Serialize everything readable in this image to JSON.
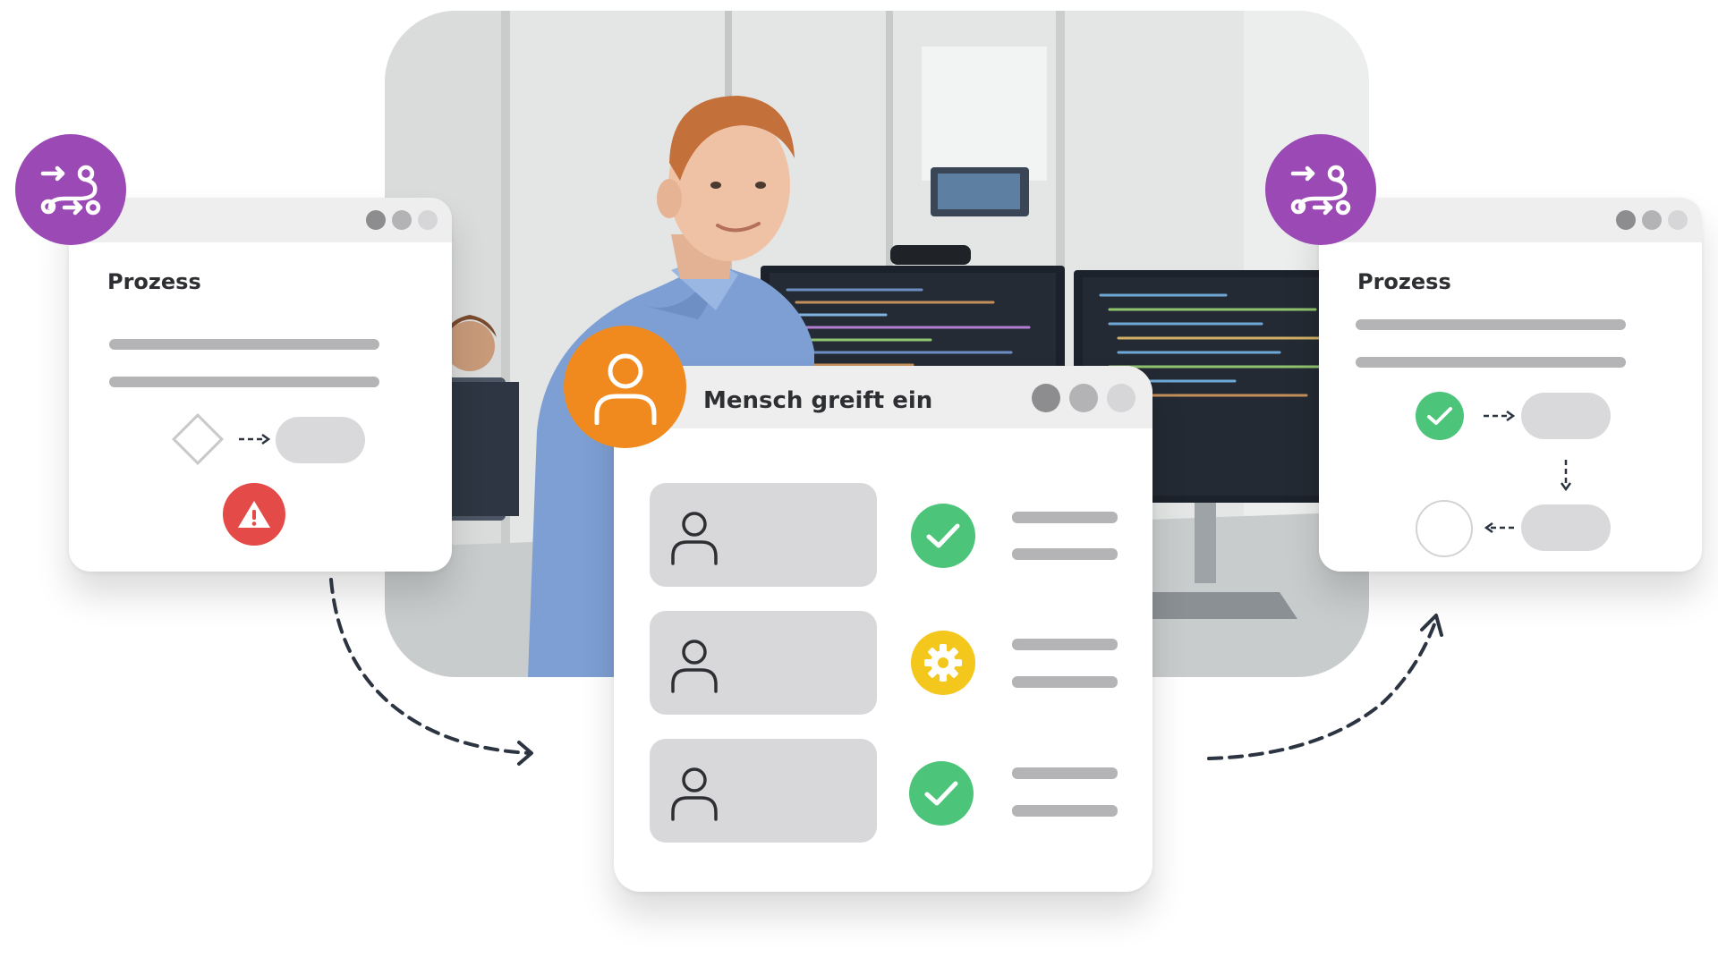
{
  "colors": {
    "process_badge": "#9a49b5",
    "person_badge": "#f08a1f",
    "success": "#4cc57a",
    "warning": "#f4c71d",
    "error": "#e44a47",
    "dot_dark": "#8d8d90",
    "dot_mid": "#b3b3b6",
    "dot_light": "#d6d6d8",
    "arrow": "#2b3440"
  },
  "photo": {
    "icon": "office-developer-photo"
  },
  "left_window": {
    "badge_icon": "process-flow-icon",
    "title": "Prozess",
    "status_icon": "warning-triangle-icon"
  },
  "center_window": {
    "badge_icon": "person-icon",
    "title": "Mensch greift ein",
    "rows": [
      {
        "icon": "person-icon",
        "status": "check-icon"
      },
      {
        "icon": "person-icon",
        "status": "gear-icon"
      },
      {
        "icon": "person-icon",
        "status": "check-icon"
      }
    ]
  },
  "right_window": {
    "badge_icon": "process-flow-icon",
    "title": "Prozess",
    "status_icon": "check-icon"
  }
}
